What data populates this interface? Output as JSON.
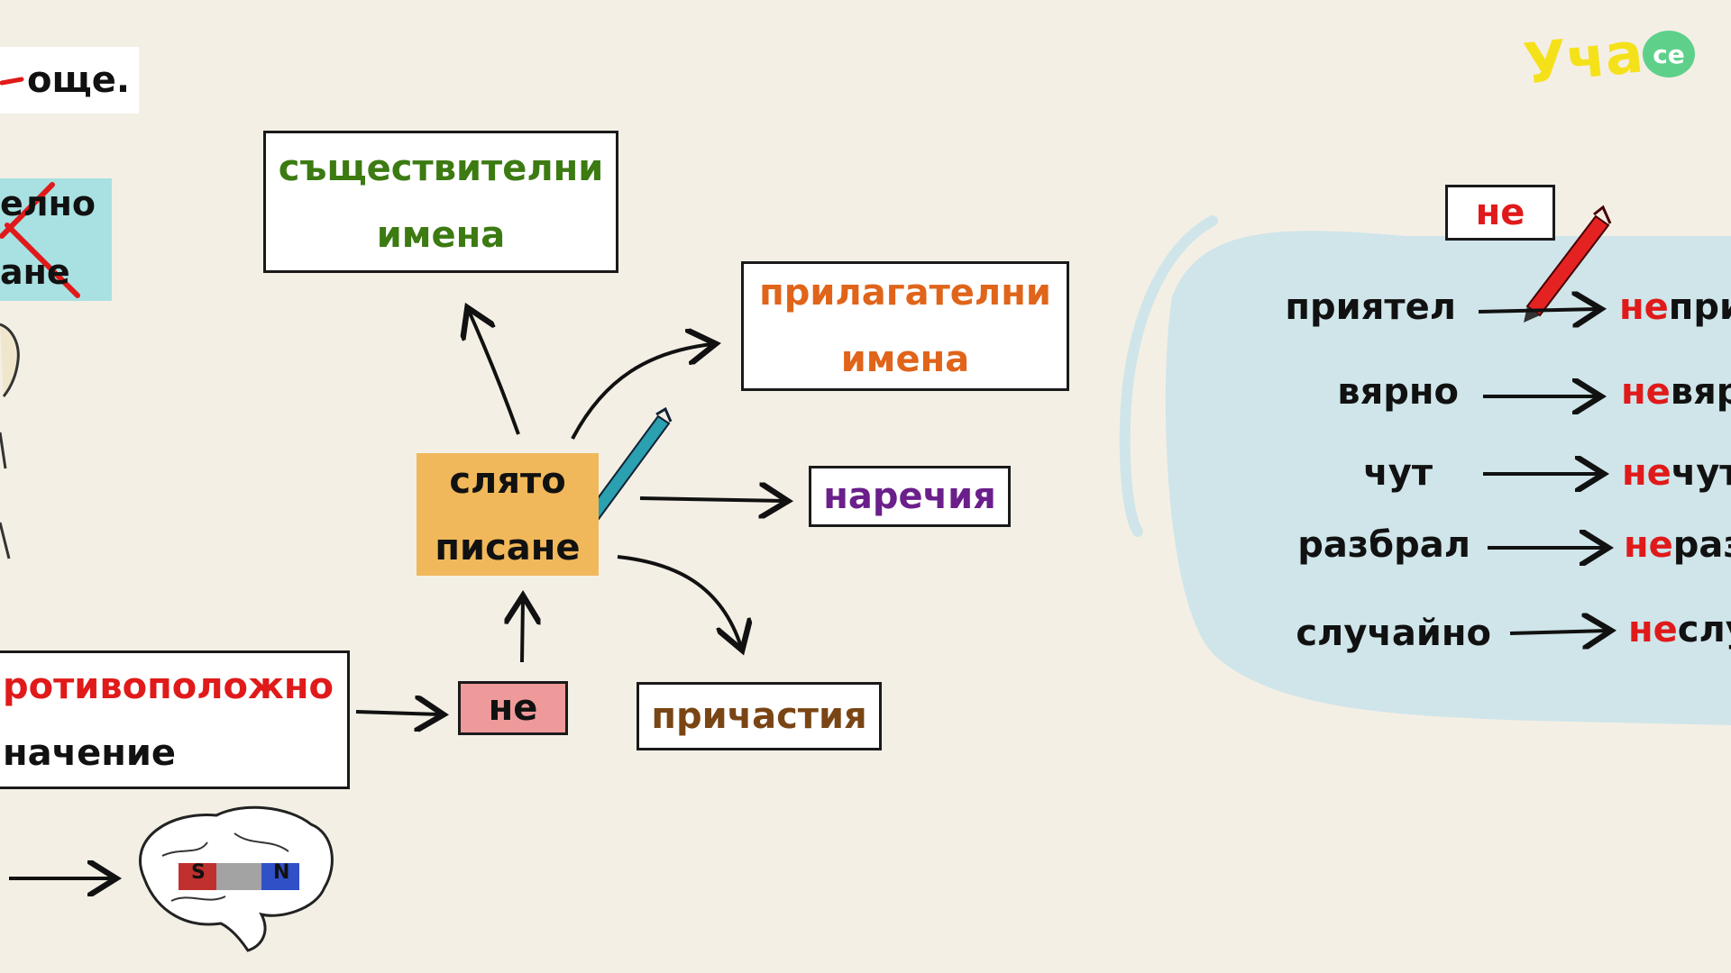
{
  "colors": {
    "background": "#f4efe5",
    "green": "#3c7a12",
    "orange": "#e0641a",
    "purple": "#6a1f8a",
    "brown": "#7a4514",
    "red": "#e01a1a",
    "center_fill": "#f0b85a",
    "ne_fill": "#ee9a9a",
    "blob": "#cfe5ea",
    "teal_note": "#a9e1e2",
    "logo_yellow": "#f5e11a",
    "logo_green": "#5fd08a"
  },
  "logo": {
    "text": "Уча",
    "suffix": "се"
  },
  "left_panel": {
    "top_text": "още.",
    "note_line1": "елно",
    "note_line2": "ане",
    "opposite_line1": "ротивоположно",
    "opposite_line2": "начение",
    "magnet_s": "S",
    "magnet_n": "N"
  },
  "map": {
    "center_line1": "слято",
    "center_line2": "писане",
    "ne": "не",
    "nouns_line1": "съществителни",
    "nouns_line2": "имена",
    "adjectives_line1": "прилагателни",
    "adjectives_line2": "имена",
    "adverbs": "наречия",
    "participles": "причастия"
  },
  "examples": {
    "tag": "не",
    "prefix": "не",
    "rows": [
      {
        "word": "приятел",
        "suffix": "при"
      },
      {
        "word": "вярно",
        "suffix": "вяр"
      },
      {
        "word": "чут",
        "suffix": "чут"
      },
      {
        "word": "разбрал",
        "suffix": "раз"
      },
      {
        "word": "случайно",
        "suffix": "слу"
      }
    ]
  }
}
